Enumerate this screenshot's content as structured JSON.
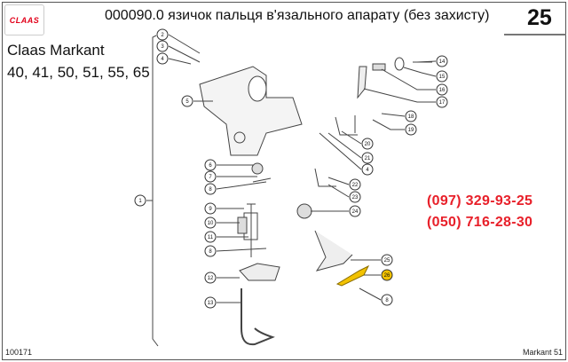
{
  "header": {
    "logo": "CLAAS",
    "title": "000090.0 язичок пальця в'язального апарату (без захисту)",
    "page_number": "25"
  },
  "model": {
    "name": "Claas Markant",
    "variants": "40, 41, 50, 51, 55, 65"
  },
  "contacts": {
    "phone1": "(097) 329-93-25",
    "phone2": "(050) 716-28-30"
  },
  "footer": {
    "code": "100171",
    "model": "Markant 51"
  },
  "callouts": [
    "1",
    "2",
    "3",
    "4",
    "5",
    "6",
    "7",
    "8",
    "9",
    "10",
    "11",
    "8",
    "12",
    "13",
    "14",
    "15",
    "16",
    "17",
    "18",
    "19",
    "20",
    "21",
    "4",
    "22",
    "23",
    "24",
    "25",
    "26",
    "8"
  ],
  "colors": {
    "accent": "#e8202a",
    "highlight": "#f2c200"
  }
}
